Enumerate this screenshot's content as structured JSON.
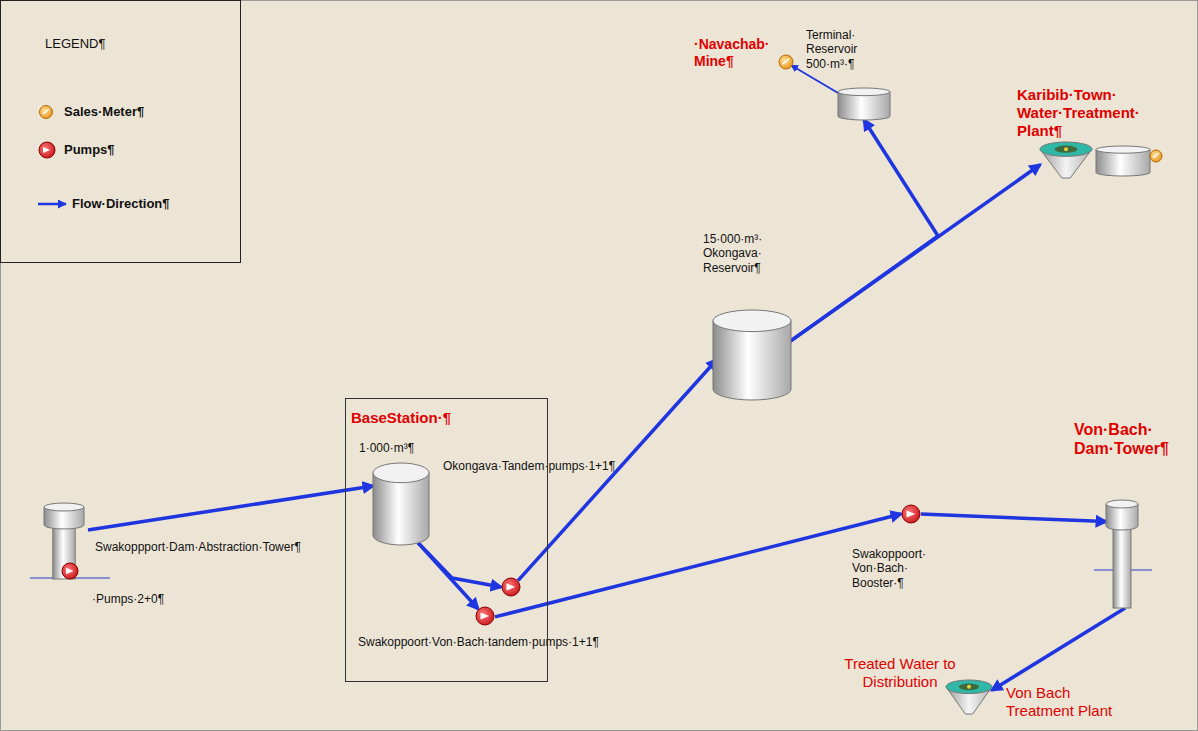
{
  "diagram": {
    "nodes": [
      {
        "text": [
          "Swakoppport·Dam·Abstraction·Tower¶",
          "·Pumps·2+0¶"
        ]
      },
      {
        "text": [
          "BaseStation·¶"
        ]
      },
      {
        "text": [
          "1·000·m³¶"
        ],
        "in": 1
      },
      {
        "text": [
          "Okongava·Tandem·pumps·1+1¶"
        ],
        "in": 1
      },
      {
        "text": [
          "Swakoppoort·Von·Bach·tandem·pumps·1+1¶"
        ],
        "in": 1
      },
      {
        "text": [
          "15·000·m³· Okongava· Reservoir¶"
        ]
      },
      {
        "text": [
          "Terminal· Reservoir 500·m³·¶"
        ]
      },
      {
        "text": [
          "·Navachab· Mine¶"
        ]
      },
      {
        "text": [
          "Karibib·Town· Water·Treatment· Plant¶"
        ]
      },
      {
        "text": [
          "Swakoppoort· Von·Bach· Booster·¶"
        ]
      },
      {
        "text": [
          "Von·Bach· Dam·Tower¶"
        ]
      },
      {
        "text": [
          "Treated Water to Distribution",
          "Von Bach Treatment Plant"
        ]
      }
    ],
    "edges": [
      {
        "from": 0,
        "to": 2,
        "arrow": "to"
      },
      {
        "from": 2,
        "to": 3,
        "arrow": "to"
      },
      {
        "from": 2,
        "to": 4,
        "arrow": "to"
      },
      {
        "from": 3,
        "to": 5,
        "arrow": "to"
      },
      {
        "from": 4,
        "to": 9,
        "arrow": "to"
      },
      {
        "from": 9,
        "to": 10,
        "arrow": "to"
      },
      {
        "from": 10,
        "to": 11,
        "arrow": "to"
      },
      {
        "from": 5,
        "to": 6,
        "arrow": "to"
      },
      {
        "from": 5,
        "to": 8,
        "arrow": "to"
      },
      {
        "from": 6,
        "to": 7,
        "arrow": "to"
      }
    ],
    "labels": [
      "LEGEND¶"
    ],
    "legend": [
      {
        "text": "Sales·Meter¶"
      },
      {
        "text": "Pumps¶"
      },
      {
        "text": "Flow·Direction¶"
      }
    ]
  }
}
